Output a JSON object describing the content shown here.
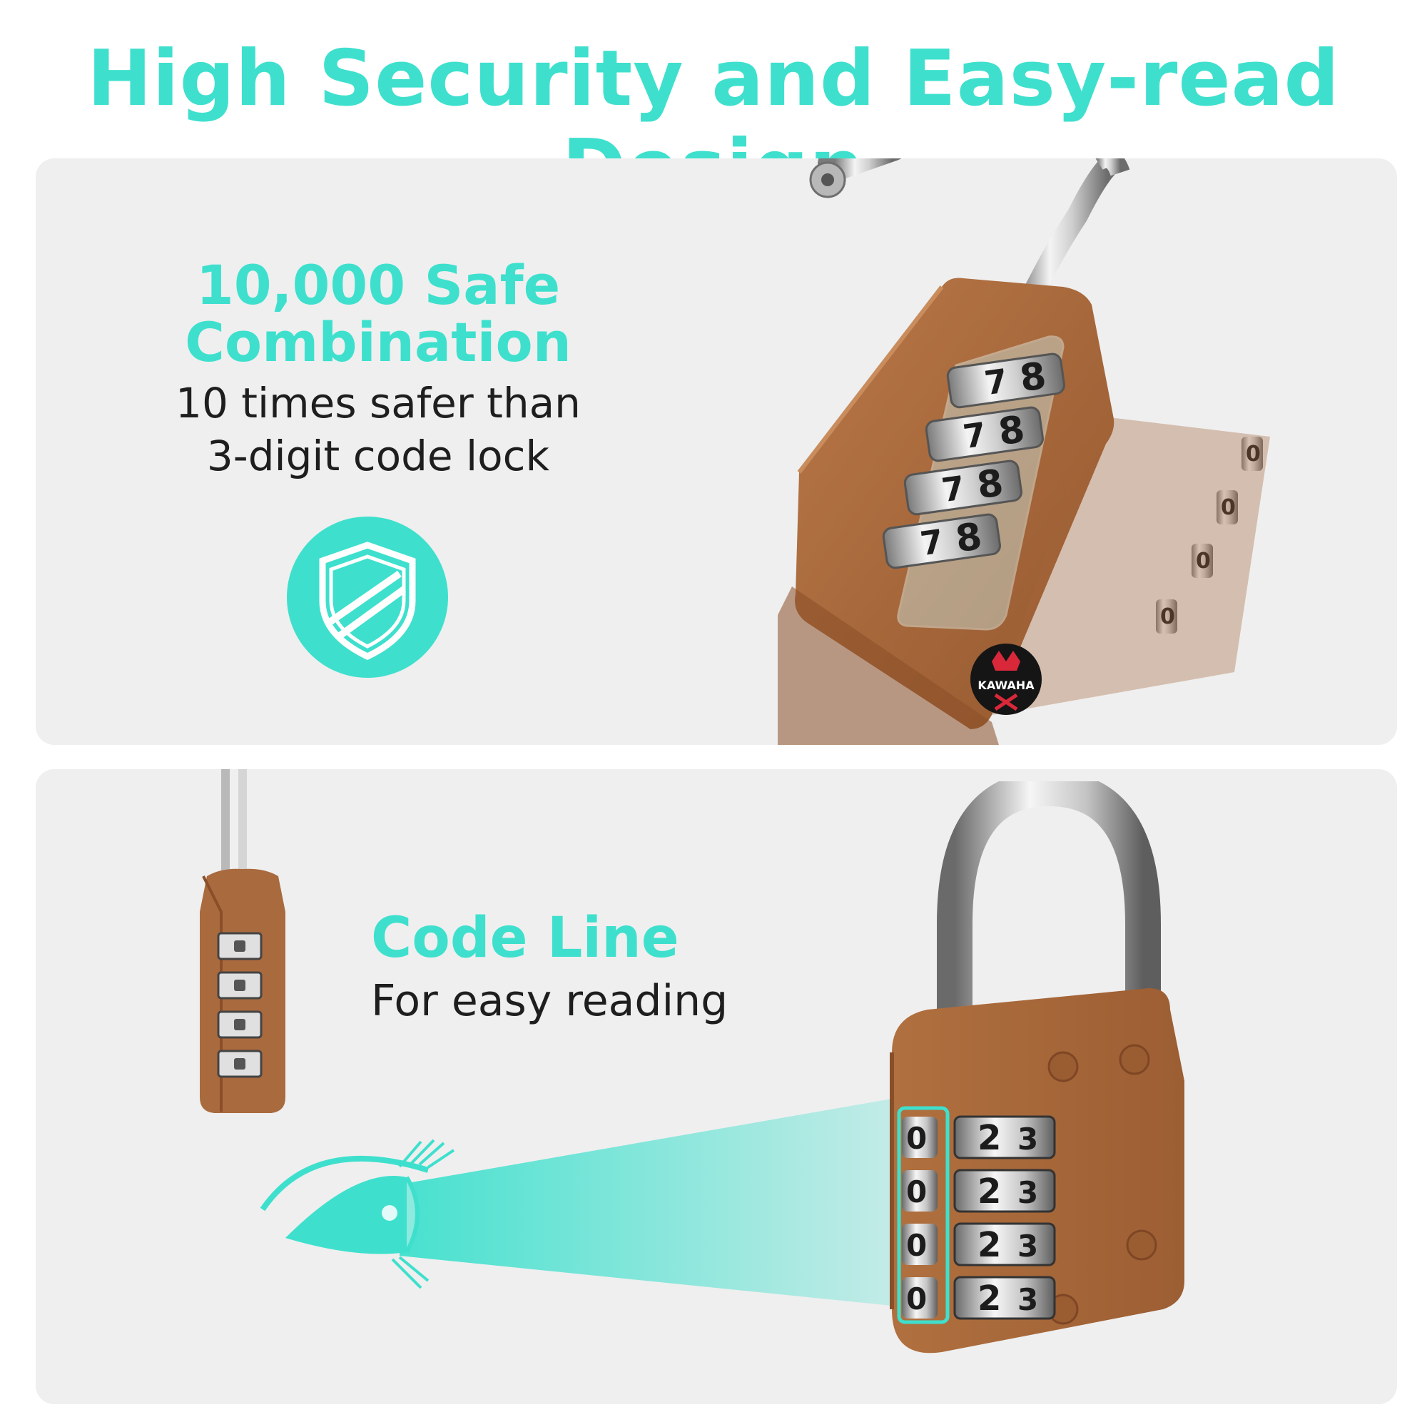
{
  "title": "High Security and Easy-read Design",
  "combination": {
    "heading_line1": "10,000 Safe",
    "heading_line2": "Combination",
    "sub_line1": "10 times safer than",
    "sub_line2": "3-digit code lock"
  },
  "code_line": {
    "heading": "Code Line",
    "sub": "For easy reading"
  },
  "lock_top": {
    "digits_front": [
      "7",
      "8"
    ],
    "digits_side": "0",
    "brand": "KAWAHA"
  },
  "lock_bottom": {
    "wheels": [
      [
        "0",
        "2",
        "3"
      ],
      [
        "0",
        "2",
        "3"
      ],
      [
        "0",
        "2",
        "3"
      ],
      [
        "0",
        "2",
        "3"
      ]
    ]
  },
  "colors": {
    "accent": "#3ee0cd",
    "lock_body": "#a96a3e",
    "panel": "#efefef"
  }
}
